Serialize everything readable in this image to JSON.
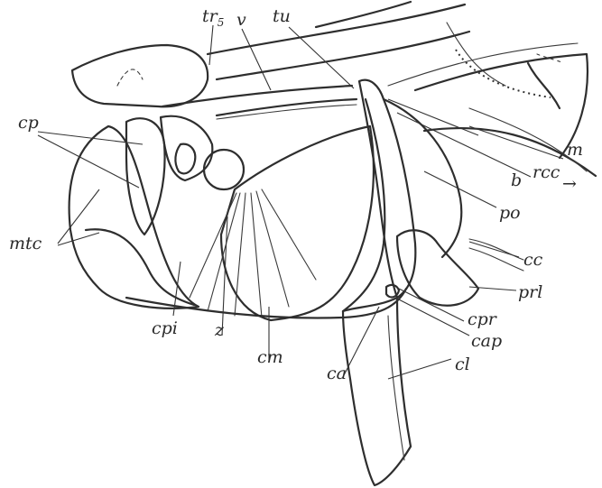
{
  "figure": {
    "labels": {
      "tr": "tr",
      "tr_sub": "5",
      "v": "v",
      "tu": "tu",
      "cp": "cp",
      "mtc": "mtc",
      "m": "m",
      "rcc": "rcc",
      "b": "b",
      "po": "po",
      "cc": "cc",
      "prl": "prl",
      "cpr": "cpr",
      "cap": "cap",
      "cl": "cl",
      "ca": "ca",
      "cm": "cm",
      "z": "z",
      "cpi": "cpi"
    },
    "arrow": "→"
  }
}
